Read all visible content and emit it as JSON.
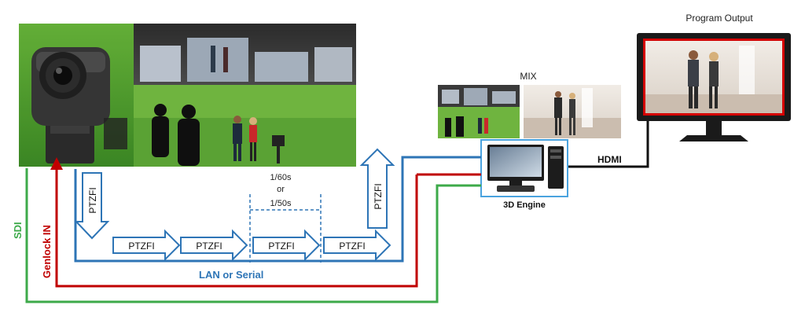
{
  "labels": {
    "program_output": "Program Output",
    "mix": "MIX",
    "hdmi": "HDMI",
    "engine": "3D Engine",
    "lan": "LAN or Serial",
    "genlock": "Genlock IN",
    "sdi": "SDI",
    "rate_line1": "1/60s",
    "rate_or": "or",
    "rate_line2": "1/50s"
  },
  "packets": {
    "down": "PTZFI",
    "up": "PTZFI",
    "stream": [
      "PTZFI",
      "PTZFI",
      "PTZFI",
      "PTZFI"
    ]
  },
  "colors": {
    "lan_blue": "#2E75B6",
    "genlock_red": "#C00000",
    "sdi_green": "#3DAA4A",
    "monitor_frame_red": "#D50000",
    "packet_outline": "#2E75B6"
  }
}
